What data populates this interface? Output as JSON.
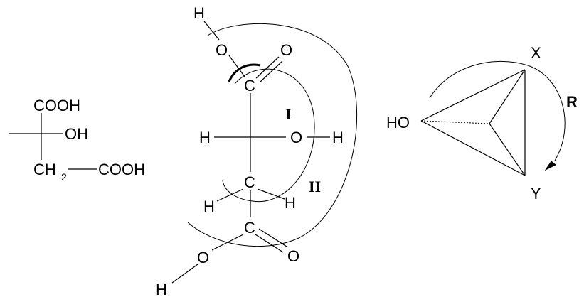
{
  "left_structure": {
    "cooh_top": "COOH",
    "oh": "OH",
    "ch": "CH",
    "ch_subscript": "2",
    "cooh_bottom": "COOH"
  },
  "middle_structure": {
    "h_top": "H",
    "o_top": "O",
    "o_top_double": "O",
    "c_top": "C",
    "region_one": "I",
    "h_left": "H",
    "o_middle": "O",
    "h_right": "H",
    "c_middle": "C",
    "region_two": "II",
    "h_lower_left": "H",
    "h_lower_right": "H",
    "c_bottom": "C",
    "o_bottom": "O",
    "o_bottom_double": "O",
    "h_bottom": "H"
  },
  "right_structure": {
    "ho": "HO",
    "x": "X",
    "y": "Y",
    "r": "R"
  }
}
